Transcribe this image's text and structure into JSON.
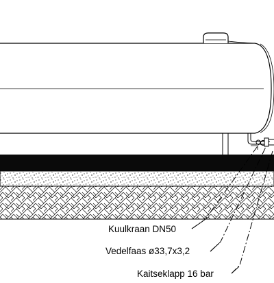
{
  "callouts": {
    "ball_valve": "Kuulkraan DN50",
    "liquid_phase": "Vedelfaas ø33,7x3,2",
    "safety_valve": "Kaitseklapp 16 bar"
  }
}
